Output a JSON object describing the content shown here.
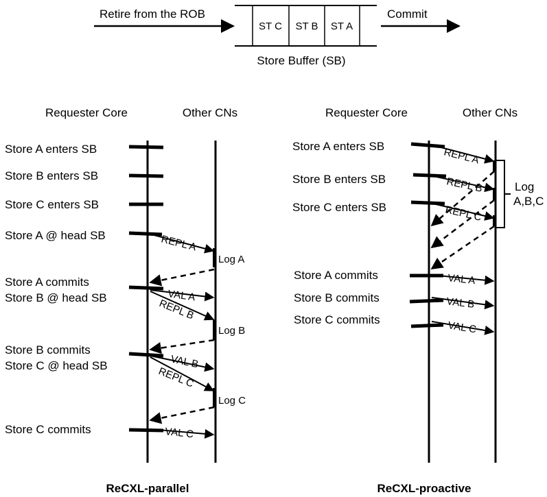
{
  "pipeline": {
    "retire_label": "Retire from the ROB",
    "commit_label": "Commit",
    "slots": [
      "ST C",
      "ST B",
      "ST A"
    ],
    "caption": "Store Buffer (SB)"
  },
  "parallel": {
    "header_left": "Requester Core",
    "header_right": "Other CNs",
    "title": "ReCXL-parallel",
    "events": [
      "Store A enters SB",
      "Store B enters SB",
      "Store C enters SB",
      "Store A @ head SB",
      "Store A commits",
      "Store B @ head SB",
      "Store B commits",
      "Store C @ head SB",
      "Store C commits"
    ],
    "messages": [
      "REPL A",
      "VAL A",
      "REPL B",
      "VAL B",
      "REPL C",
      "VAL C"
    ],
    "logs": [
      "Log A",
      "Log B",
      "Log C"
    ]
  },
  "proactive": {
    "header_left": "Requester Core",
    "header_right": "Other CNs",
    "title": "ReCXL-proactive",
    "events": [
      "Store A enters SB",
      "Store B enters SB",
      "Store C enters SB",
      "Store A commits",
      "Store B commits",
      "Store C commits"
    ],
    "messages": [
      "REPL A",
      "REPL B",
      "REPL C",
      "VAL A",
      "VAL B",
      "VAL C"
    ],
    "log_line1": "Log",
    "log_line2": "A,B,C"
  }
}
